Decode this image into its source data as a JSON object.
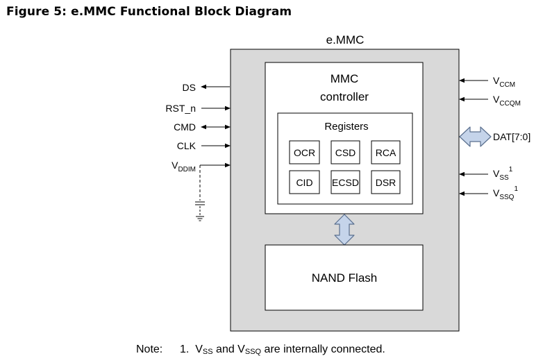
{
  "figure": {
    "title": "Figure 5: e.MMC Functional Block Diagram"
  },
  "diagram": {
    "outer_block": "e.MMC",
    "controller": {
      "line1": "MMC",
      "line2": "controller"
    },
    "registers_title": "Registers",
    "registers": [
      "OCR",
      "CSD",
      "RCA",
      "CID",
      "ECSD",
      "DSR"
    ],
    "nand": "NAND Flash",
    "left_signals": {
      "ds": "DS",
      "rst_n": "RST_n",
      "cmd": "CMD",
      "clk": "CLK",
      "vddim_main": "V",
      "vddim_sub": "DDIM"
    },
    "right_signals": {
      "vccm_main": "V",
      "vccm_sub": "CCM",
      "vccqm_main": "V",
      "vccqm_sub": "CCQM",
      "dat": "DAT[7:0]",
      "vss_main": "V",
      "vss_sub": "SS",
      "vss_sup": "1",
      "vssq_main": "V",
      "vssq_sub": "SSQ",
      "vssq_sup": "1"
    },
    "colors": {
      "outer_fill": "#d9d9d9",
      "inner_fill": "#ffffff",
      "arrow_fill": "#c5d4ea",
      "arrow_stroke": "#5a6f8e",
      "line": "#000000"
    }
  },
  "note": {
    "label": "Note:",
    "number": "1.",
    "v1": "V",
    "v1_sub": "SS",
    "mid": " and V",
    "v2_sub": "SSQ",
    "tail": " are internally connected."
  }
}
